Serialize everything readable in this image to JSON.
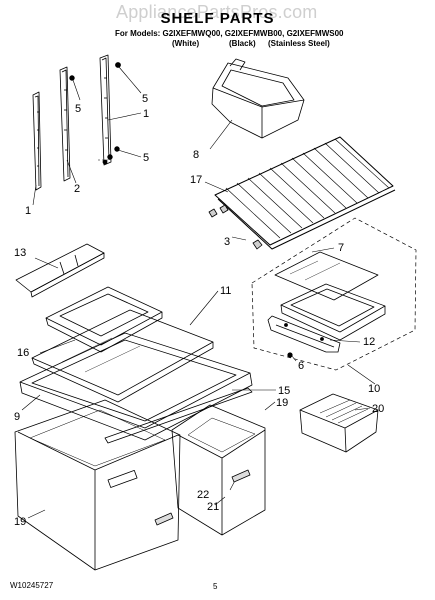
{
  "watermark": "AppliancePartsPros.com",
  "title": "SHELF PARTS",
  "models_line": "For Models: G2IXEFMWQ00, G2IXEFMWB00, G2IXEFMWS00",
  "variants": [
    "(White)",
    "(Black)",
    "(Stainless Steel)"
  ],
  "callouts": {
    "c1a": "1",
    "c1b": "1",
    "c2": "2",
    "c3": "3",
    "c5a": "5",
    "c5b": "5",
    "c5c": "5",
    "c6": "6",
    "c7": "7",
    "c8": "8",
    "c9": "9",
    "c10": "10",
    "c11": "11",
    "c12": "12",
    "c13": "13",
    "c15": "15",
    "c16": "16",
    "c17": "17",
    "c19a": "19",
    "c19b": "19",
    "c20": "20",
    "c21": "21",
    "c22": "22"
  },
  "footer": {
    "doc_number": "W10245727",
    "page_number": "5"
  }
}
